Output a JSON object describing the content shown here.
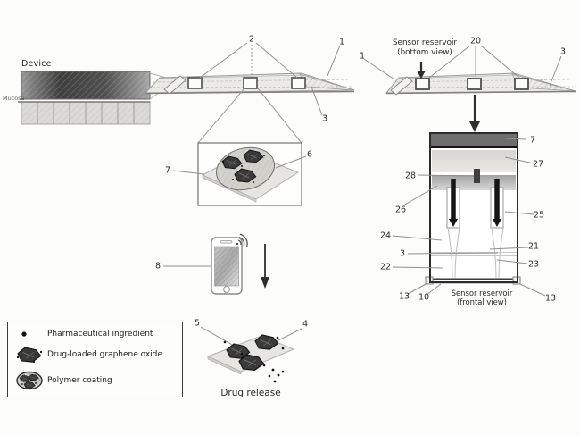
{
  "left_diagram": {
    "device_label": "Device",
    "mucosa_label": "Mucosa",
    "callout_2": "2",
    "callout_1": "1",
    "callout_3": "3"
  },
  "magnified_inset": {
    "callout_7": "7",
    "callout_6": "6"
  },
  "phone": {
    "callout_8": "8"
  },
  "bottom_view": {
    "title_line1": "Sensor reservoir",
    "title_line2": "(bottom view)",
    "callout_20": "20",
    "callout_1": "1",
    "callout_3": "3"
  },
  "frontal_view": {
    "callout_7": "7",
    "callout_27": "27",
    "callout_28": "28",
    "callout_26": "26",
    "callout_25": "25",
    "callout_24": "24",
    "callout_21": "21",
    "callout_3": "3",
    "callout_23": "23",
    "callout_22": "22",
    "callout_13_left": "13",
    "callout_10": "10",
    "callout_13_right": "13",
    "caption_line1": "Sensor reservoir",
    "caption_line2": "(frontal view)"
  },
  "release_diagram": {
    "callout_5": "5",
    "callout_4": "4",
    "caption": "Drug release"
  },
  "legend": {
    "items": [
      {
        "icon": "pharmaceutical-dot-icon",
        "label": "Pharmaceutical ingredient"
      },
      {
        "icon": "graphene-flake-icon",
        "label": "Drug-loaded graphene oxide"
      },
      {
        "icon": "polymer-coating-icon",
        "label": "Polymer coating"
      }
    ]
  },
  "colors": {
    "ink": "#2e2e2e",
    "leader_line": "#909090",
    "device_dark": "#454545",
    "surface_light": "#eceae6",
    "frontal_top_bar": "#6e6e6e"
  }
}
